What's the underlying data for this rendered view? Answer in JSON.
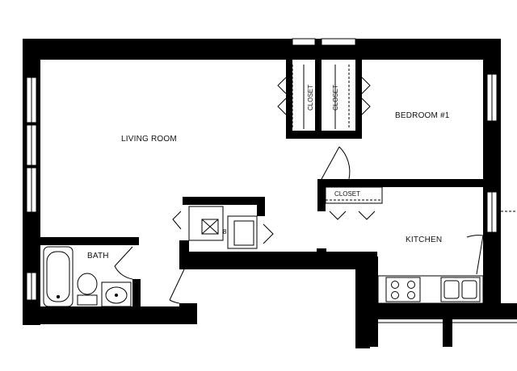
{
  "rooms": {
    "living_room": "LIVING ROOM",
    "bedroom": "BEDROOM #1",
    "kitchen": "KITCHEN",
    "bath": "BATH",
    "closet_left": "CLOSET",
    "closet_right": "CLOSET",
    "closet_kitchen": "CLOSET"
  },
  "fixtures": {
    "washer_dryer_mark": "8"
  },
  "colors": {
    "wall": "#000000",
    "line": "#1a1a1a",
    "background": "#ffffff"
  }
}
